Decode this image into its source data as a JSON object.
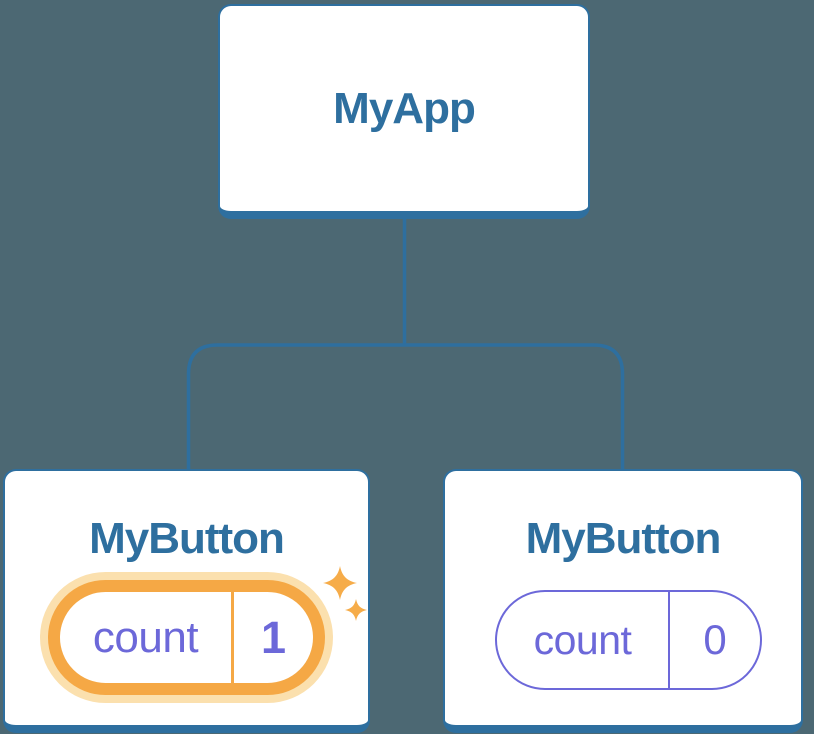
{
  "diagram": {
    "type": "component-tree",
    "root": {
      "label": "MyApp"
    },
    "children": [
      {
        "label": "MyButton",
        "state": {
          "name": "count",
          "value": "1"
        },
        "highlighted": true
      },
      {
        "label": "MyButton",
        "state": {
          "name": "count",
          "value": "0"
        },
        "highlighted": false
      }
    ]
  },
  "colors": {
    "background": "#4C6873",
    "node_border": "#2E6F9F",
    "node_text": "#2E6F9F",
    "state_purple": "#6C68D9",
    "highlight_orange": "#F5A845",
    "highlight_glow": "#FBE0AE",
    "sparkle": "#F6AC49"
  }
}
